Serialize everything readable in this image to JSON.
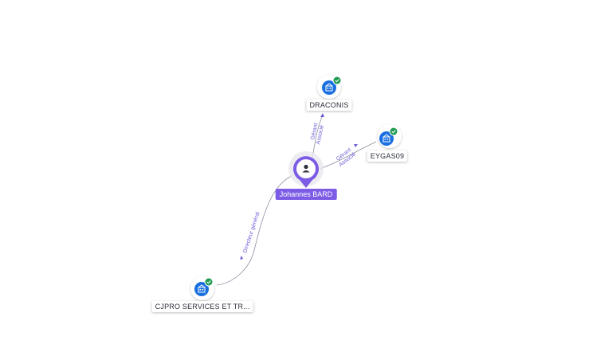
{
  "graph": {
    "person": {
      "label": "Johannes BARD",
      "icon": "user-icon",
      "color": "#7c5ce6"
    },
    "companies": [
      {
        "id": "draconis",
        "label": "DRACONIS",
        "icon": "building-icon",
        "status": "active-check"
      },
      {
        "id": "eygas09",
        "label": "EYGAS09",
        "icon": "building-icon",
        "status": "active-check"
      },
      {
        "id": "cjpro",
        "label": "CJPRO SERVICES ET TR...",
        "icon": "building-icon",
        "status": "active-check"
      }
    ],
    "edges": [
      {
        "to": "draconis",
        "role_line1": "Gérant",
        "role_line2": "Associé"
      },
      {
        "to": "eygas09",
        "role_line1": "Gérant",
        "role_line2": "Associé"
      },
      {
        "to": "cjpro",
        "role_line1": "Directeur général",
        "role_line2": ""
      }
    ],
    "colors": {
      "company_icon": "#1a6fe0",
      "status_check": "#1f9a4f",
      "edge": "#8a8fa0",
      "edge_label": "#6b5fd6"
    }
  }
}
